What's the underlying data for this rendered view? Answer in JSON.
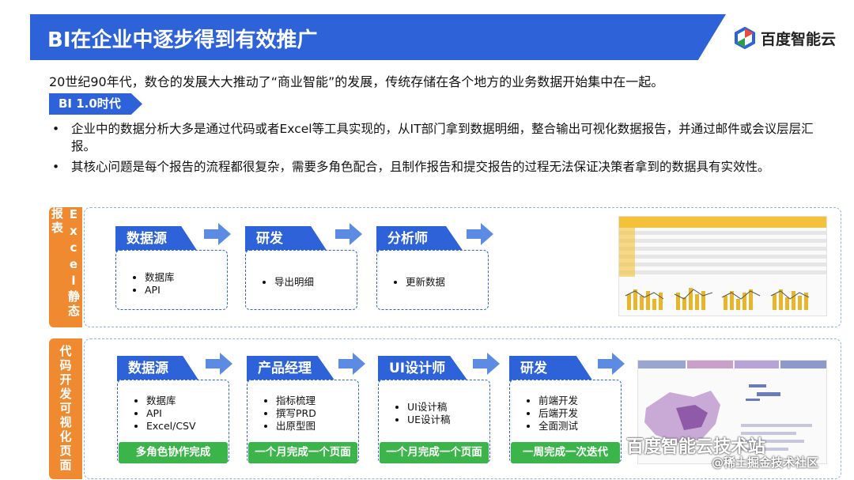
{
  "header": {
    "title": "BI在企业中逐步得到有效推广",
    "logo_text": "百度智能云"
  },
  "intro": "20世纪90年代，数仓的发展大大推动了“商业智能”的发展，传统存储在各个地方的业务数据开始集中在一起。",
  "tag": "BI 1.0时代",
  "bullets": [
    "企业中的数据分析大多是通过代码或者Excel等工具实现的，从IT部门拿到数据明细，整合输出可视化数据报告，并通过邮件或会议层层汇报。",
    "其核心问题是每个报告的流程都很复杂，需要多角色配合，且制作报告和提交报告的过程无法保证决策者拿到的数据具有实效性。"
  ],
  "section1": {
    "side_label": "Excel静态报表",
    "steps": [
      {
        "title": "数据源",
        "items": [
          "数据库",
          "API"
        ]
      },
      {
        "title": "研发",
        "items": [
          "导出明细"
        ]
      },
      {
        "title": "分析师",
        "items": [
          "更新数据"
        ]
      }
    ]
  },
  "section2": {
    "side_label": "代码开发可视化页面",
    "steps": [
      {
        "title": "数据源",
        "items": [
          "数据库",
          "API",
          "Excel/CSV"
        ],
        "footer": "多角色协作完成"
      },
      {
        "title": "产品经理",
        "items": [
          "指标梳理",
          "撰写PRD",
          "出原型图"
        ],
        "footer": "一个月完成一个页面"
      },
      {
        "title": "UI设计师",
        "items": [
          "UI设计稿",
          "UE设计稿"
        ],
        "footer": "一个月完成一个页面"
      },
      {
        "title": "研发",
        "items": [
          "前端开发",
          "后端开发",
          "全面测试"
        ],
        "footer": "一周完成一次迭代"
      }
    ]
  },
  "watermark": {
    "line1": "百度智能云技术站",
    "line2": "@稀土掘金技术社区"
  },
  "colors": {
    "primary": "#2d62d8",
    "orange": "#f08a30",
    "green": "#3bb44a"
  }
}
